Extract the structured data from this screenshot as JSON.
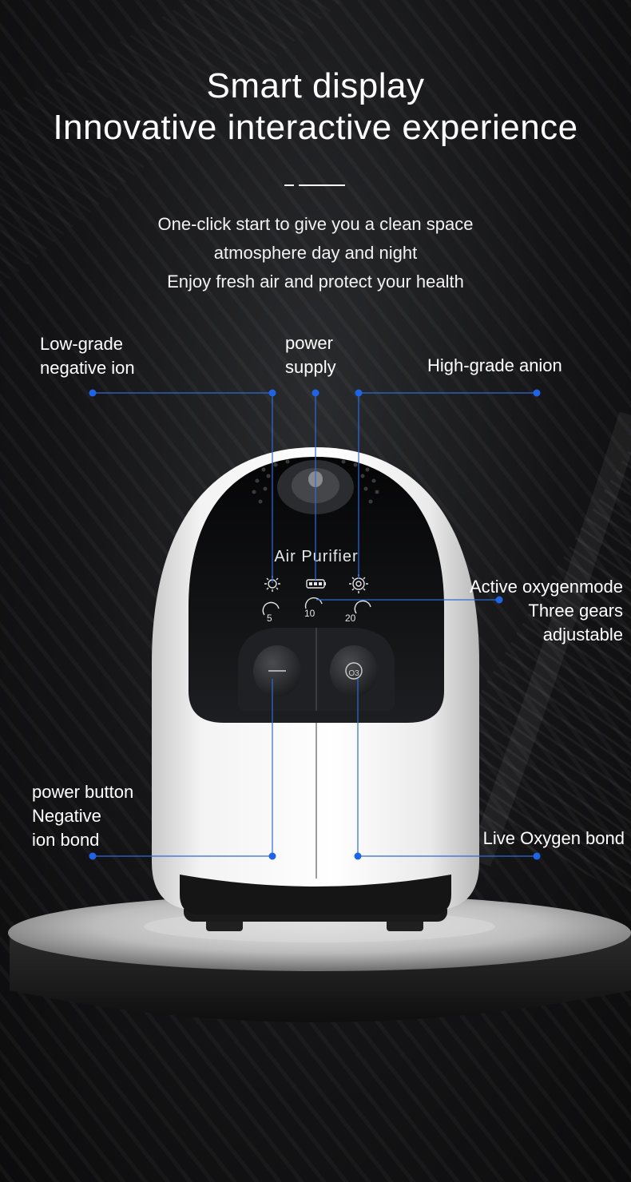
{
  "headline": {
    "line1": "Smart display",
    "line2": "Innovative interactive experience"
  },
  "subtitle": {
    "line1": "One-click start to give you a clean space",
    "line2": "atmosphere day and night",
    "line3": "Enjoy fresh air and protect your health"
  },
  "device": {
    "display_text": "Air Purifier",
    "gear_low": "5",
    "gear_mid": "10",
    "gear_high": "20",
    "o3_button_symbol": "O3"
  },
  "callouts": {
    "low_grade_line1": "Low-grade",
    "low_grade_line2": "negative ion",
    "power_supply_line1": "power",
    "power_supply_line2": "supply",
    "high_grade": "High-grade anion",
    "active_oxygen_line1": "Active oxygenmode",
    "active_oxygen_line2": "Three gears",
    "active_oxygen_line3": "adjustable",
    "power_button_line1": "power button",
    "power_button_line2": "Negative",
    "power_button_line3": "ion bond",
    "live_oxygen": "Live Oxygen bond"
  },
  "colors": {
    "accent_line": "#2f6bd6",
    "accent_dot": "#1f63e6",
    "device_body": "#f4f4f4",
    "device_face": "#111214"
  }
}
